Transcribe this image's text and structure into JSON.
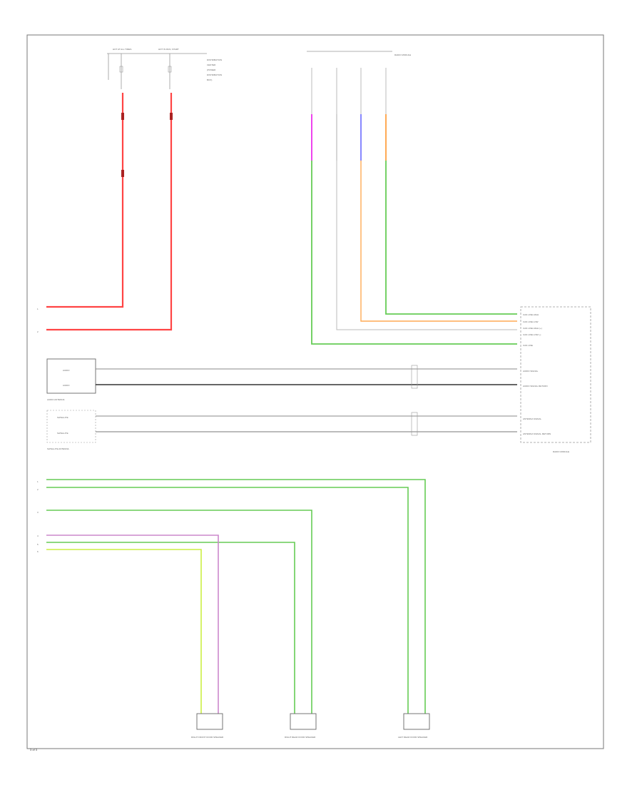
{
  "diagram": {
    "page_number": "3 of 3",
    "top_left_fuse_label_1": "HOT AT ALL TIMES",
    "top_left_fuse_label_2": "HOT IN RUN, START",
    "top_right_note": "RADIO MODULE",
    "radio_module_label": "RADIO MODULE",
    "radio_pins": [
      "CAN LINE HIGH",
      "CAN LINE LOW",
      "CAN LINE HIGH (+)",
      "CAN LINE LOW (-)",
      "CAN LINE",
      "AUDIO SIGNAL",
      "AUDIO SIGNAL RETURN",
      "ANTENNA SIGNAL",
      "ANTENNA SIGNAL RETURN"
    ],
    "left_box_label": "AUDIO ANTENNA",
    "left_box2_label": "SATELLITE ANTENNA",
    "speakers": [
      "RIGHT FRONT DOOR SPEAKER",
      "RIGHT REAR DOOR SPEAKER",
      "LEFT REAR DOOR SPEAKER"
    ],
    "colors": {
      "red": "#ff4444",
      "green": "#66cc55",
      "magenta": "#ee44ee",
      "blue": "#5555ff",
      "orange": "#ffaa55",
      "yellow": "#ccee44",
      "pink": "#cc88cc",
      "gray": "#999999",
      "border": "#777777"
    }
  }
}
